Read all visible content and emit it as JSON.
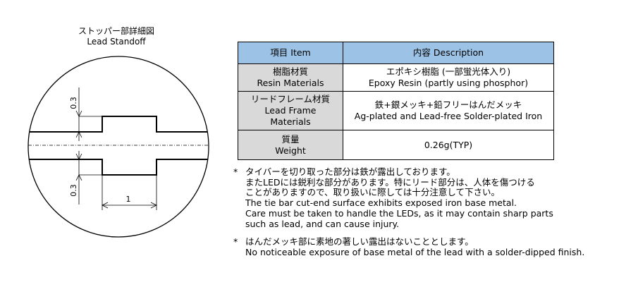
{
  "detail": {
    "title_jp": "ストッパー部詳細図",
    "title_en": "Lead Standoff",
    "dim_vertical_top": "0.3",
    "dim_vertical_bottom": "0.3",
    "dim_horizontal": "1"
  },
  "table": {
    "header": {
      "item": "項目 Item",
      "description": "内容 Description"
    },
    "rows": [
      {
        "item_lines": [
          "樹脂材質",
          "Resin Materials"
        ],
        "desc_lines": [
          "エポキシ樹脂 (一部蛍光体入り)",
          "Epoxy Resin (partly using phosphor)"
        ]
      },
      {
        "item_lines": [
          "リードフレーム材質",
          "Lead Frame",
          "Materials"
        ],
        "desc_lines": [
          "鉄+銀メッキ+鉛フリーはんだメッキ",
          "Ag-plated and Lead-free Solder-plated Iron"
        ]
      },
      {
        "item_lines": [
          "質量",
          "Weight"
        ],
        "desc_lines": [
          "0.26g(TYP)"
        ]
      }
    ]
  },
  "notes": [
    {
      "marker": "*",
      "lines": [
        "タイバーを切り取った部分は鉄が露出しております。",
        "またLEDには鋭利な部分があります。特にリード部分は、人体を傷つける",
        "ことがありますので、取り扱いに際しては十分注意して下さい。",
        "The tie bar cut-end surface exhibits exposed iron base metal.",
        "Care must be taken to handle the LEDs, as it may contain sharp parts",
        "such as lead, and can cause injury."
      ]
    },
    {
      "marker": "*",
      "lines": [
        "はんだメッキ部に素地の著しい露出はないこととします。",
        "No noticeable exposure of base metal of the lead with a solder-dipped finish."
      ]
    }
  ]
}
